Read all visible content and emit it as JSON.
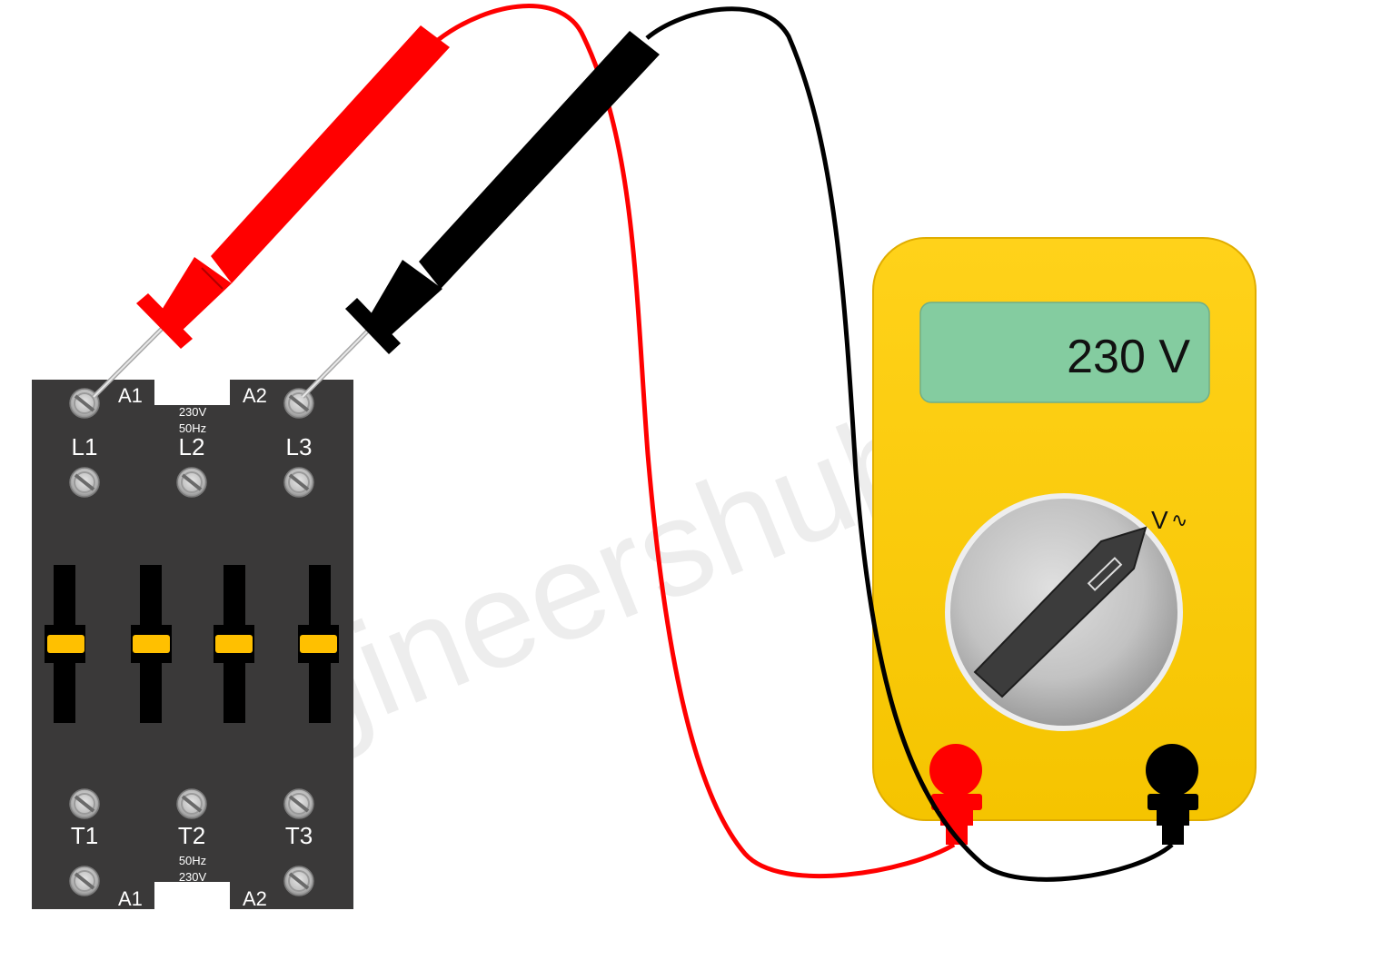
{
  "watermark": "Engineershub.co.in",
  "contactor": {
    "coil_top_left": "A1",
    "coil_top_right": "A2",
    "coil_bottom_left": "A1",
    "coil_bottom_right": "A2",
    "rating_top": [
      "230V",
      "50Hz"
    ],
    "rating_bottom": [
      "50Hz",
      "230V"
    ],
    "line_labels": [
      "L1",
      "L2",
      "L3"
    ],
    "load_labels": [
      "T1",
      "T2",
      "T3"
    ]
  },
  "multimeter": {
    "display_value": "230 V",
    "selector_label": "V",
    "selector_ac_symbol": "∿",
    "colors": {
      "body": "#ffcc00",
      "display": "#84cca0",
      "dial": "#c0c0c0"
    }
  },
  "probes": {
    "red_color": "#ff0000",
    "black_color": "#000000"
  },
  "colors": {
    "contactor_body": "#3a3939",
    "slider_mark": "#ffc000"
  }
}
